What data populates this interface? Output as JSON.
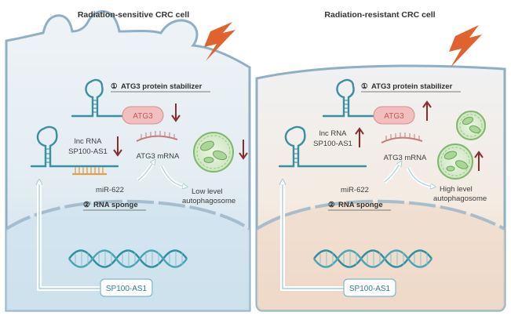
{
  "panels": [
    {
      "title": "Radiation-sensitive CRC cell",
      "stabilizer_num": "①",
      "stabilizer_label": "ATG3 protein stabilizer",
      "protein": "ATG3",
      "lncrna": [
        "lnc RNA",
        "SP100-AS1"
      ],
      "mrna": "ATG3 mRNA",
      "mirna": "miR-622",
      "sponge_num": "②",
      "sponge_label": "RNA sponge",
      "autophagy": [
        "Low level",
        "autophagosome"
      ],
      "gene": "SP100-AS1",
      "lncrna_level": "down",
      "protein_level": "down",
      "autophagy_level": "down",
      "colors": {
        "nucleus": "#d5e6f0",
        "cytoplasm": "#eaf1f5"
      }
    },
    {
      "title": "Radiation-resistant CRC cell",
      "stabilizer_num": "①",
      "stabilizer_label": "ATG3 protein stabilizer",
      "protein": "ATG3",
      "lncrna": [
        "lnc RNA",
        "SP100-AS1"
      ],
      "mrna": "ATG3 mRNA",
      "mirna": "miR-622",
      "sponge_num": "②",
      "sponge_label": "RNA sponge",
      "autophagy": [
        "High level",
        "autophagosome"
      ],
      "gene": "SP100-AS1",
      "lncrna_level": "up",
      "protein_level": "up",
      "autophagy_level": "up",
      "colors": {
        "nucleus": "#f1e1d6",
        "cytoplasm": "#f4ebe3"
      }
    }
  ],
  "colors": {
    "rna": "#3a8fa0",
    "mirna": "#e0a24b",
    "protein_fill": "#f2bfbf",
    "protein_text": "#c2585a",
    "arrow": "#8b2b2b",
    "lightning": "#e0632f",
    "vesicle": "#7db86b",
    "dna": "#2f8ea0"
  }
}
